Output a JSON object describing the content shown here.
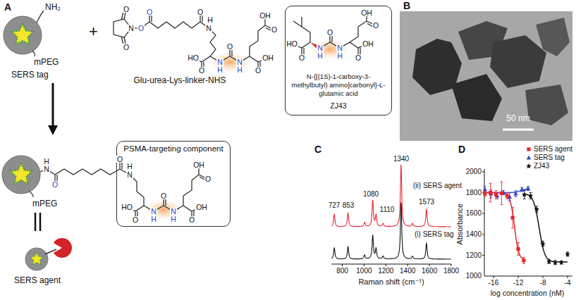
{
  "diagram": {
    "nodes": [
      {
        "text": [
          "N-{[(1S)-1-carboxy-3-methylbutyl) amino]carbonyl}-L-glutamic acid",
          "ZJ43"
        ]
      },
      {
        "text": [
          "PSMA-targeting component"
        ]
      }
    ],
    "labels": [
      "A",
      "NH₂",
      "mPEG",
      "SERS tag",
      "+",
      "O",
      "N",
      "O",
      "O",
      "O",
      "O",
      "N",
      "H",
      "HO",
      "O",
      "N",
      "H",
      "O",
      "N",
      "H",
      "O",
      "OH",
      "OH",
      "O",
      "Glu-urea-Lys-linker-NHS",
      "HO",
      "O",
      "N",
      "H",
      "O",
      "N",
      "H",
      "O",
      "OH",
      "OH",
      "O",
      "H",
      "N",
      "O",
      "O",
      "N",
      "H",
      "HO",
      "O",
      "N",
      "H",
      "O",
      "N",
      "H",
      "O",
      "OH",
      "OH",
      "O",
      "mPEG",
      "SERS agent",
      "B",
      "50 nm",
      "C",
      "1340",
      "1080",
      "1110",
      "727",
      "853",
      "1573",
      "(ii) SERS agent",
      "(i) SERS tag",
      "800",
      "1000",
      "1200",
      "1400",
      "1600",
      "1800",
      "Raman shift (cm⁻¹)",
      "D",
      "2000",
      "1800",
      "1600",
      "1400",
      "1200",
      "1000",
      "Absorbance",
      "-16",
      "-12",
      "-8",
      "-4",
      "log concentration (nM)"
    ],
    "legend": [
      {
        "text": "SERS agent"
      },
      {
        "text": "SERS tag"
      },
      {
        "text": "ZJ43"
      }
    ]
  }
}
